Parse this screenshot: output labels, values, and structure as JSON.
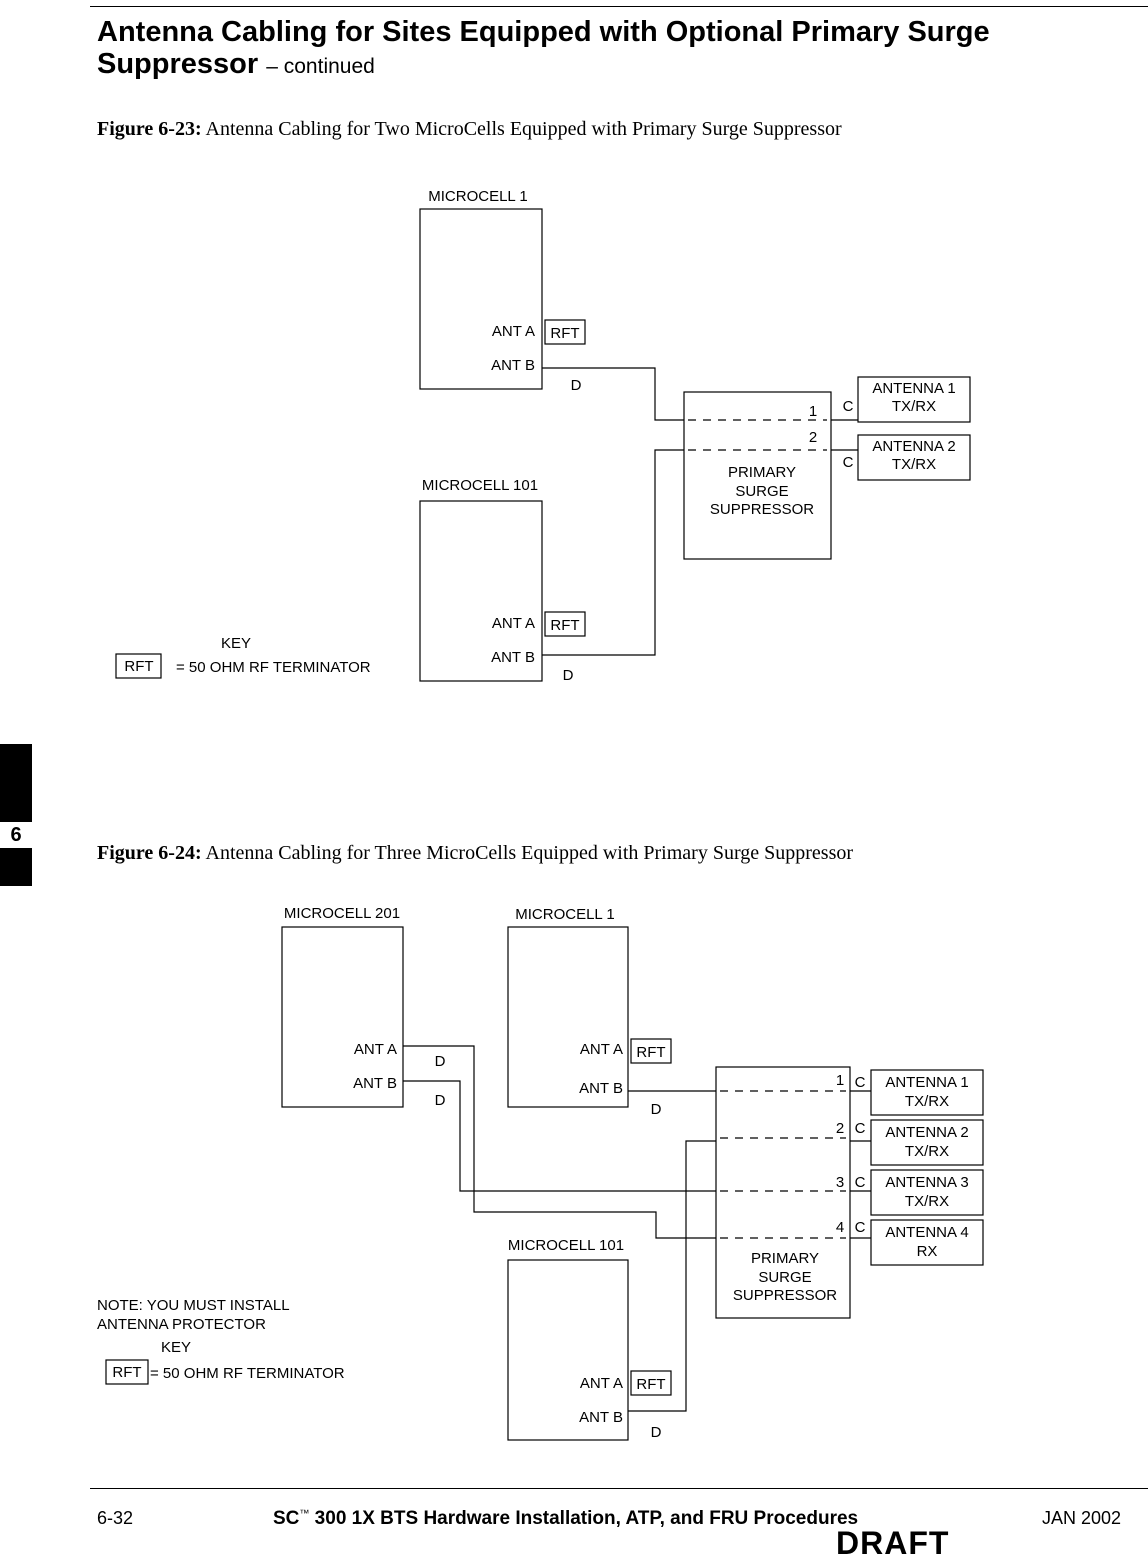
{
  "header": {
    "title": "Antenna Cabling for Sites Equipped with Optional Primary Surge Suppressor",
    "continued": "– continued"
  },
  "fig23": {
    "label": "Figure 6-23:",
    "caption": "Antenna Cabling for Two MicroCells Equipped with Primary Surge Suppressor",
    "microcell_1": "MICROCELL 1",
    "microcell_101": "MICROCELL 101",
    "ant_a": "ANT A",
    "ant_b": "ANT B",
    "rft": "RFT",
    "d": "D",
    "c": "C",
    "port_1": "1",
    "port_2": "2",
    "suppressor": [
      "PRIMARY",
      "SURGE",
      "SUPPRESSOR"
    ],
    "antenna_1": [
      "ANTENNA 1",
      "TX/RX"
    ],
    "antenna_2": [
      "ANTENNA 2",
      "TX/RX"
    ],
    "key_title": "KEY",
    "key_rft": "RFT",
    "key_text": "= 50 OHM RF TERMINATOR"
  },
  "fig24": {
    "label": "Figure 6-24:",
    "caption": "Antenna Cabling for Three MicroCells Equipped with Primary Surge Suppressor",
    "microcell_201": "MICROCELL 201",
    "microcell_1": "MICROCELL 1",
    "microcell_101": "MICROCELL 101",
    "ant_a": "ANT A",
    "ant_b": "ANT B",
    "rft": "RFT",
    "d": "D",
    "c": "C",
    "ports": [
      "1",
      "2",
      "3",
      "4"
    ],
    "suppressor": [
      "PRIMARY",
      "SURGE",
      "SUPPRESSOR"
    ],
    "antenna_1": [
      "ANTENNA 1",
      "TX/RX"
    ],
    "antenna_2": [
      "ANTENNA 2",
      "TX/RX"
    ],
    "antenna_3": [
      "ANTENNA 3",
      "TX/RX"
    ],
    "antenna_4": [
      "ANTENNA 4",
      "RX"
    ],
    "note": [
      "NOTE:  YOU MUST INSTALL",
      "ANTENNA PROTECTOR"
    ],
    "key_title": "KEY",
    "key_rft": "RFT",
    "key_text": "= 50 OHM RF TERMINATOR"
  },
  "side_tab": "6",
  "footer": {
    "page": "6-32",
    "title_pre": "SC",
    "tm": "™",
    "title_post": " 300 1X BTS Hardware Installation, ATP, and FRU Procedures",
    "date": "JAN 2002",
    "draft": "DRAFT"
  }
}
